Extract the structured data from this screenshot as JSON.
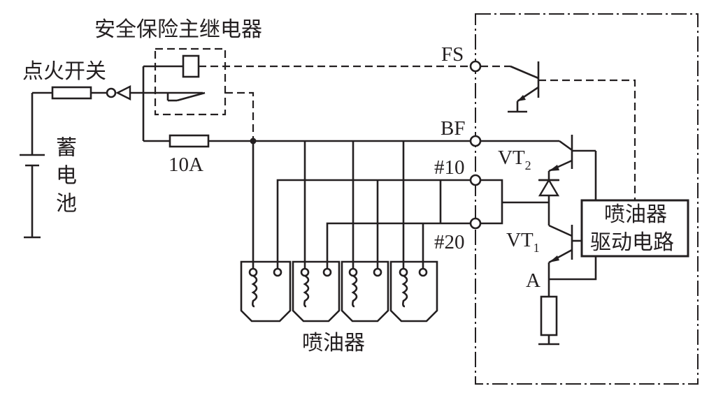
{
  "labels": {
    "relay": "安全保险主继电器",
    "ignition_switch": "点火开关",
    "battery": "蓄电池",
    "fuse_rating": "10A",
    "injectors": "喷油器",
    "driver_circuit_line1": "喷油器",
    "driver_circuit_line2": "驱动电路",
    "terminal_fs": "FS",
    "terminal_bf": "BF",
    "terminal_10": "#10",
    "terminal_20": "#20",
    "vt2_base": "VT",
    "vt2_sub": "2",
    "vt1_base": "VT",
    "vt1_sub": "1",
    "node_a": "A"
  }
}
